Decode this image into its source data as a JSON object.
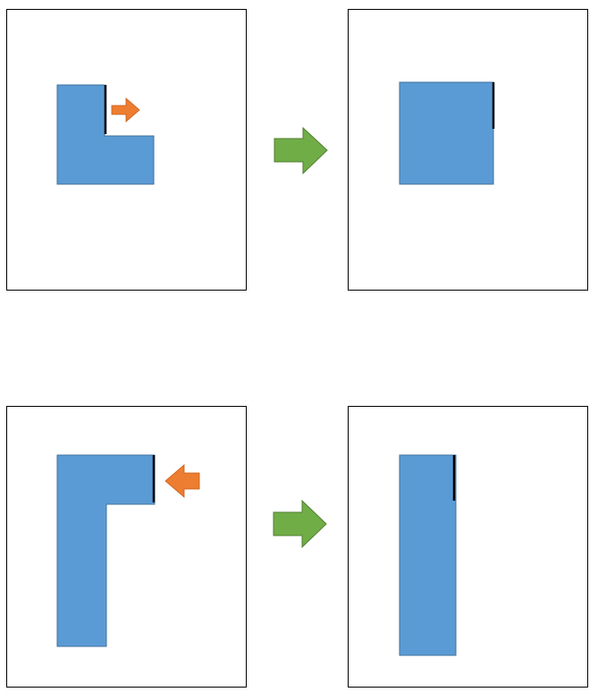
{
  "colors": {
    "shape_fill": "#5B9BD5",
    "shape_stroke": "#41719C",
    "edge_line": "#000000",
    "push_arrow": "#ED7D31",
    "push_arrow_stroke": "#C55A11",
    "transition_arrow": "#70AD47",
    "transition_arrow_stroke": "#507E32",
    "panel_border": "#000000"
  },
  "rows": [
    {
      "before": {
        "shape": "L-shape with notch at top-right",
        "push_direction": "right"
      },
      "transition": "right-arrow",
      "after": {
        "shape": "square"
      }
    },
    {
      "before": {
        "shape": "inverted L-shape with arm at top-right",
        "push_direction": "left"
      },
      "transition": "right-arrow",
      "after": {
        "shape": "tall rectangle"
      }
    }
  ]
}
